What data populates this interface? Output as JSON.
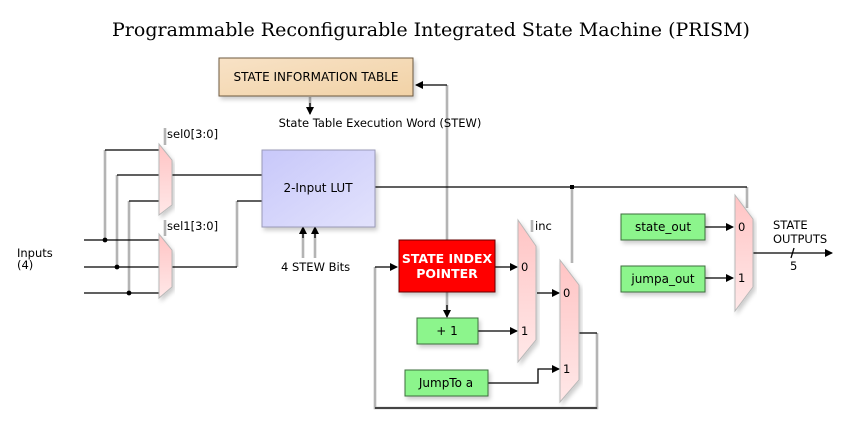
{
  "title": "Programmable Reconfigurable Integrated State Machine (PRISM)",
  "blocks": {
    "state_information_table": "STATE INFORMATION TABLE",
    "lut": "2-Input LUT",
    "state_index_pointer_line1": "STATE INDEX",
    "state_index_pointer_line2": "POINTER",
    "plus_one": "+ 1",
    "jump_to_a": "JumpTo a",
    "state_out": "state_out",
    "jumpa_out": "jumpa_out"
  },
  "labels": {
    "stew": "State Table Execution Word (STEW)",
    "sel0": "sel0[3:0]",
    "sel1": "sel1[3:0]",
    "inputs_line1": "Inputs",
    "inputs_line2": "(4)",
    "stew_bits": "4 STEW Bits",
    "inc": "inc",
    "state_outputs_line1": "STATE",
    "state_outputs_line2": "OUTPUTS",
    "bus_width": "5"
  },
  "mux_ports": {
    "inc_mux": [
      "0",
      "1"
    ],
    "jump_mux": [
      "0",
      "1"
    ],
    "output_mux": [
      "0",
      "1"
    ]
  },
  "colors": {
    "state_table_fill": "#f5d9b3",
    "lut_fill": "#d4d4fb",
    "pointer_fill": "#ff0000",
    "green_box_fill": "#8cf58c",
    "mux_fill": "#ffd0d0",
    "control_line": "#b4b4b4"
  }
}
